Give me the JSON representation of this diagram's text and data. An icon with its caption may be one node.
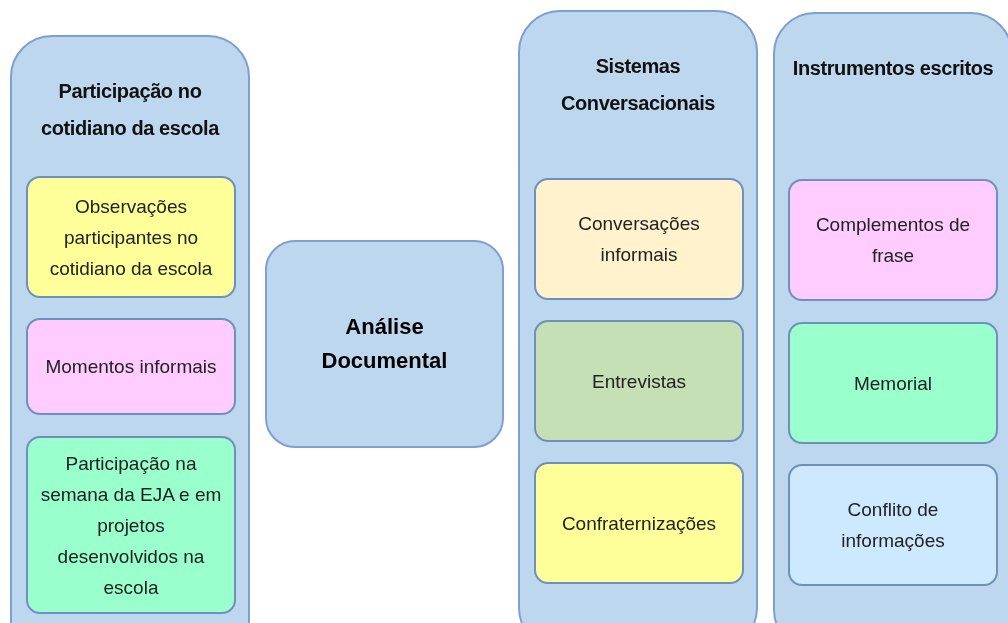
{
  "diagram": {
    "nodes": [
      {
        "text": [
          "Participação no cotidiano da escola"
        ]
      },
      {
        "text": [
          "Observações participantes no cotidiano da escola"
        ],
        "in": 0
      },
      {
        "text": [
          "Momentos informais"
        ],
        "in": 0
      },
      {
        "text": [
          "Participação na semana da EJA e em projetos desenvolvidos na escola"
        ],
        "in": 0
      },
      {
        "text": [
          "Análise Documental"
        ]
      },
      {
        "text": [
          "Sistemas Conversacionais"
        ]
      },
      {
        "text": [
          "Conversações informais"
        ],
        "in": 5
      },
      {
        "text": [
          "Entrevistas"
        ],
        "in": 5
      },
      {
        "text": [
          "Confraternizações"
        ],
        "in": 5
      },
      {
        "text": [
          "Instrumentos escritos"
        ]
      },
      {
        "text": [
          "Complementos de frase"
        ],
        "in": 9
      },
      {
        "text": [
          "Memorial"
        ],
        "in": 9
      },
      {
        "text": [
          "Conflito de informações"
        ],
        "in": 9
      }
    ]
  }
}
